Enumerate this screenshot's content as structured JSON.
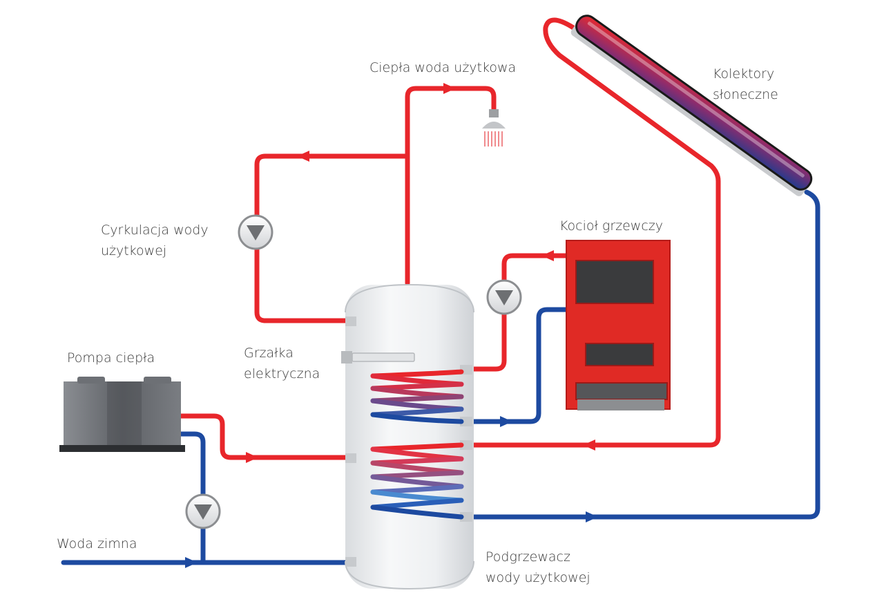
{
  "labels": {
    "hot_water": "Ciepła woda użytkowa",
    "solar_1": "Kolektory",
    "solar_2": "słoneczne",
    "circulation_1": "Cyrkulacja wody",
    "circulation_2": "użytkowej",
    "boiler": "Kocioł grzewczy",
    "heater_1": "Grzałka",
    "heater_2": "elektryczna",
    "heat_pump": "Pompa ciepła",
    "cold_water": "Woda zimna",
    "tank_1": "Podgrzewacz",
    "tank_2": "wody użytkowej"
  },
  "colors": {
    "hot": "#e8262b",
    "cold": "#1d4aa0",
    "tank": "#eceef0",
    "boiler": "#e02a25",
    "heat_pump": "#5a5d62"
  },
  "icons": [
    "pump-icon",
    "shower-icon"
  ]
}
